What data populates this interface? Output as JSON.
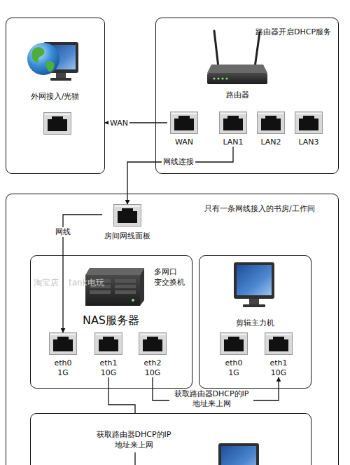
{
  "diagram": {
    "nodes": [
      {
        "text": [
          "外网接入/光猫"
        ]
      },
      {
        "text": [
          "路由器开启DHCP服务",
          "路由器"
        ]
      },
      {
        "text": [
          "WAN"
        ],
        "in": 1
      },
      {
        "text": [
          "LAN1"
        ],
        "in": 1
      },
      {
        "text": [
          "LAN2"
        ],
        "in": 1
      },
      {
        "text": [
          "LAN3"
        ],
        "in": 1
      },
      {
        "text": [
          "只有一条网线接入的书房/工作间"
        ]
      },
      {
        "text": [
          "房间网线面板"
        ],
        "in": 6
      },
      {
        "text": [
          "多网口 变交换机",
          "NAS服务器"
        ],
        "in": 6
      },
      {
        "text": [
          "eth0",
          "1G"
        ],
        "in": 8
      },
      {
        "text": [
          "eth1",
          "10G"
        ],
        "in": 8
      },
      {
        "text": [
          "eth2",
          "10G"
        ],
        "in": 8
      },
      {
        "text": [
          "剪辑主力机"
        ],
        "in": 6
      },
      {
        "text": [
          "eth0",
          "1G"
        ],
        "in": 12
      },
      {
        "text": [
          "eth1",
          "10G"
        ],
        "in": 12
      },
      {
        "text": [
          "获取路由器DHCP的IP 地址来上网"
        ],
        "in": 6
      }
    ],
    "edges": [
      {
        "from": 2,
        "to": 0,
        "arrow": "to",
        "label": "WAN"
      },
      {
        "from": 3,
        "to": 7,
        "arrow": "to",
        "label": "网线连接"
      },
      {
        "from": 7,
        "to": 9,
        "arrow": "to",
        "label": "网线"
      },
      {
        "from": 11,
        "to": 14,
        "arrow": "to",
        "label": "获取路由器DHCP的IP 地址来上网"
      },
      {
        "from": 10,
        "to": 15,
        "arrow": "none"
      }
    ],
    "labels": [
      "淘宝店",
      "tank电玩"
    ]
  }
}
